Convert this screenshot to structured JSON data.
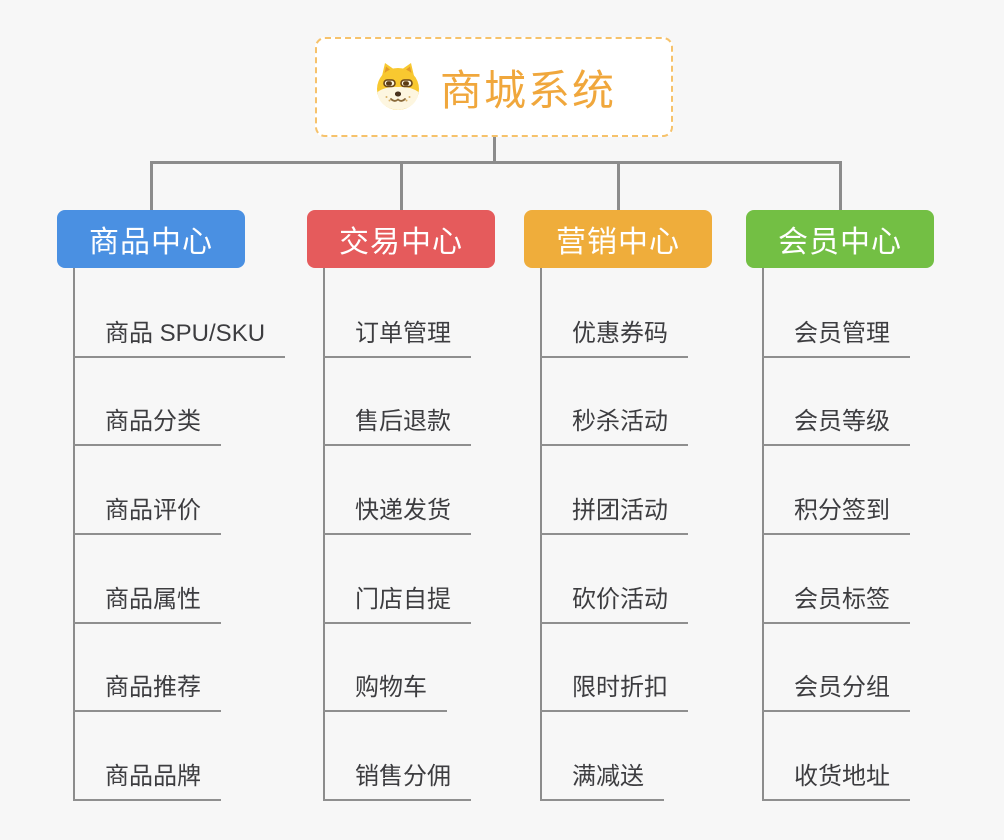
{
  "root": {
    "title": "商城系统",
    "icon": "doge-face-icon"
  },
  "colors": {
    "root_accent": "#f0a73c",
    "root_border": "#f6c26b",
    "connector": "#8c8c8c",
    "leaf_text": "#3d3d40",
    "background": "#f7f7f7"
  },
  "branches": [
    {
      "label": "商品中心",
      "color": "#4a90e2",
      "items": [
        "商品 SPU/SKU",
        "商品分类",
        "商品评价",
        "商品属性",
        "商品推荐",
        "商品品牌"
      ]
    },
    {
      "label": "交易中心",
      "color": "#e55b5c",
      "items": [
        "订单管理",
        "售后退款",
        "快递发货",
        "门店自提",
        "购物车",
        "销售分佣"
      ]
    },
    {
      "label": "营销中心",
      "color": "#efad3b",
      "items": [
        "优惠券码",
        "秒杀活动",
        "拼团活动",
        "砍价活动",
        "限时折扣",
        "满减送"
      ]
    },
    {
      "label": "会员中心",
      "color": "#73bf44",
      "items": [
        "会员管理",
        "会员等级",
        "积分签到",
        "会员标签",
        "会员分组",
        "收货地址"
      ]
    }
  ]
}
